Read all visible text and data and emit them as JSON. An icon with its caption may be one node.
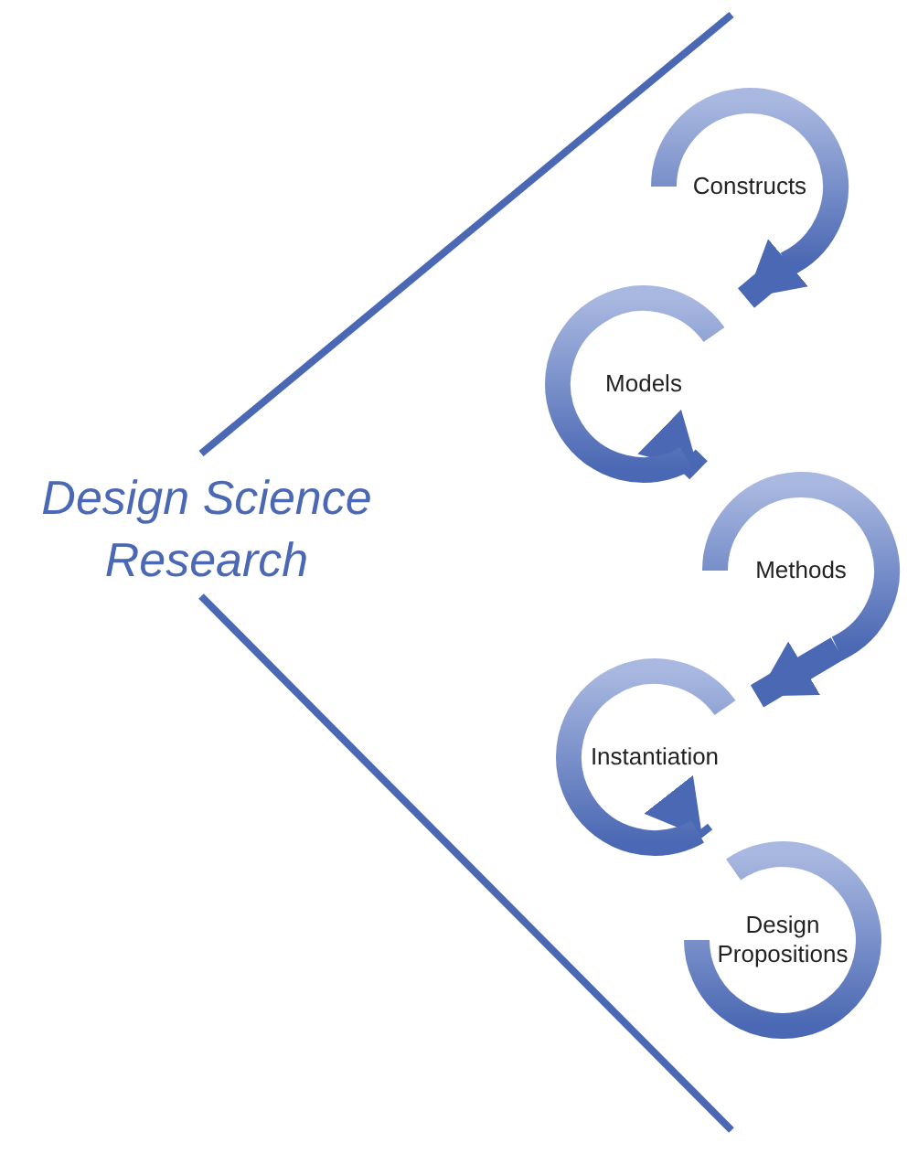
{
  "diagram": {
    "title": "Design Science Research",
    "nodes": [
      {
        "text": [
          "Constructs"
        ]
      },
      {
        "text": [
          "Models"
        ]
      },
      {
        "text": [
          "Methods"
        ]
      },
      {
        "text": [
          "Instantiation"
        ]
      },
      {
        "text": [
          "Design Propositions"
        ]
      }
    ],
    "edges": [
      {
        "from": 0,
        "to": 1,
        "arrow": "to"
      },
      {
        "from": 1,
        "to": 2,
        "arrow": "to"
      },
      {
        "from": 2,
        "to": 3,
        "arrow": "to"
      },
      {
        "from": 3,
        "to": 4,
        "arrow": "to"
      }
    ]
  }
}
